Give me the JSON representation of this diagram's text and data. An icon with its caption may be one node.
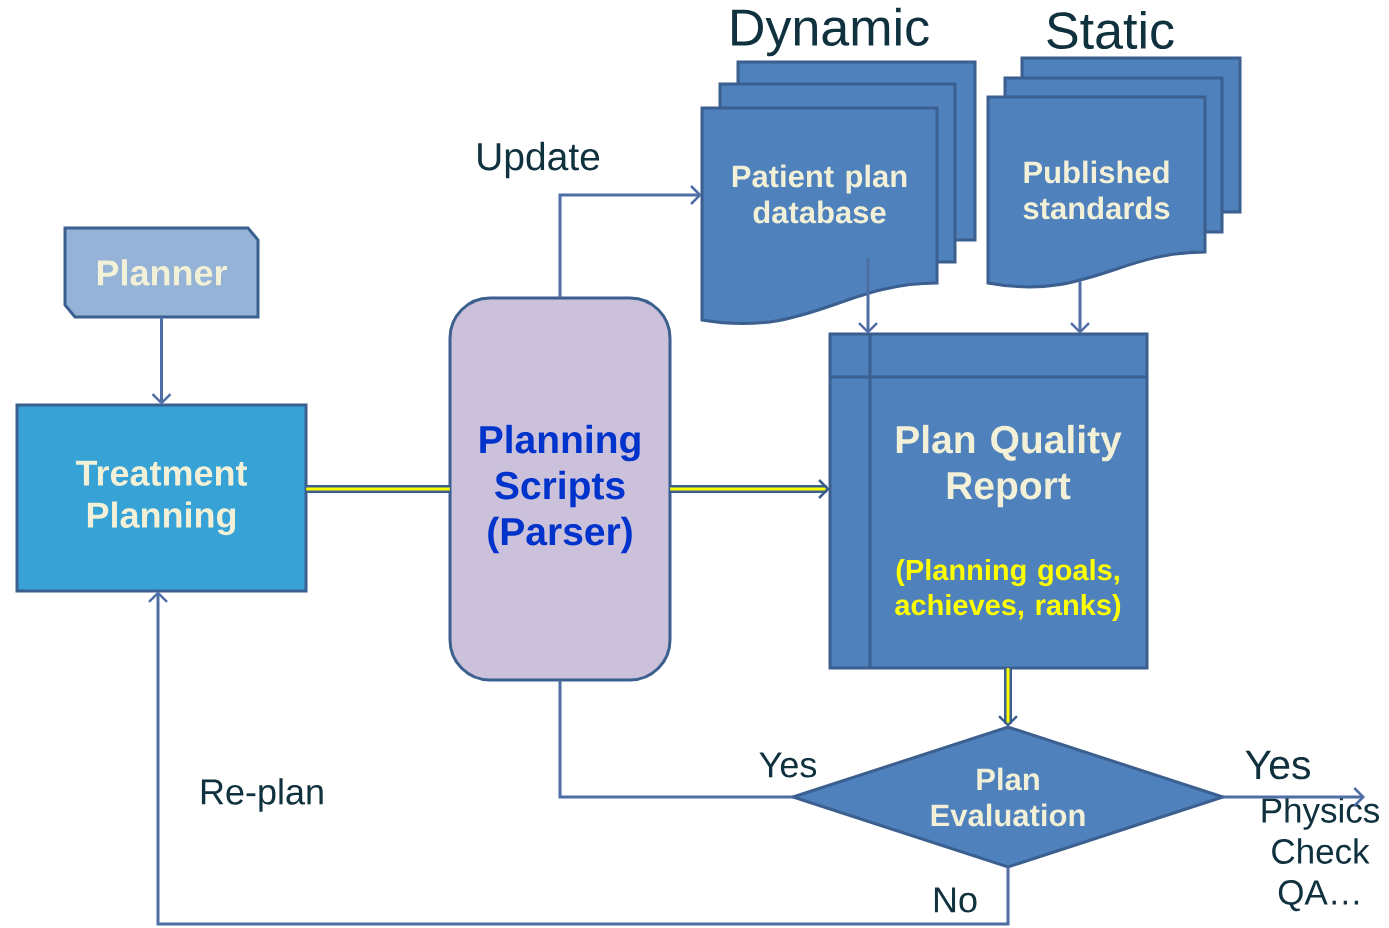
{
  "diagram": {
    "nodes": [
      {
        "text": [
          "Planner"
        ]
      },
      {
        "text": [
          "Treatment Planning"
        ]
      },
      {
        "text": [
          "Planning Scripts (Parser)"
        ]
      },
      {
        "text": [
          "Patient plan database"
        ],
        "beside": [
          "Dynamic"
        ]
      },
      {
        "text": [
          "Published standards"
        ],
        "beside": [
          "Static"
        ]
      },
      {
        "text": [
          "Plan Quality Report",
          "(Planning goals, achieves, ranks)"
        ]
      },
      {
        "text": [
          "Plan Evaluation"
        ]
      },
      {
        "text": [
          "Physics Check QA…"
        ]
      }
    ],
    "edges": [
      {
        "from": 0,
        "to": 1,
        "arrow": "to"
      },
      {
        "from": 1,
        "to": 2,
        "arrow": "none",
        "style": "thick"
      },
      {
        "from": 2,
        "to": 3,
        "arrow": "to",
        "label": "Update"
      },
      {
        "from": 3,
        "to": 5,
        "arrow": "to"
      },
      {
        "from": 4,
        "to": 5,
        "arrow": "to"
      },
      {
        "from": 2,
        "to": 5,
        "arrow": "to",
        "style": "thick"
      },
      {
        "from": 5,
        "to": 6,
        "arrow": "to",
        "style": "thick"
      },
      {
        "from": 6,
        "to": 2,
        "arrow": "none",
        "label": "Yes"
      },
      {
        "from": 6,
        "to": 7,
        "arrow": "to",
        "label": "Yes"
      },
      {
        "from": 6,
        "to": 1,
        "arrow": "to",
        "label": "No"
      }
    ],
    "labels": [
      "Re-plan"
    ]
  }
}
